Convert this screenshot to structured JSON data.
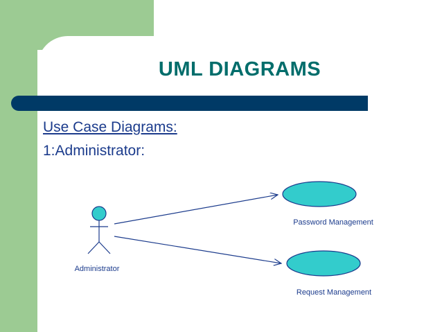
{
  "slide": {
    "title": "UML DIAGRAMS",
    "bullets": [
      "Use Case Diagrams:",
      "1:Administrator:"
    ]
  },
  "diagram": {
    "actor": {
      "label": "Administrator"
    },
    "use_cases": [
      {
        "label": "Password Management"
      },
      {
        "label": "Request Management"
      }
    ]
  },
  "colors": {
    "accent_green": "#9ccb93",
    "title_teal": "#006d6b",
    "bar_navy": "#003a66",
    "text_blue": "#1b3b8c",
    "use_case_fill": "#33cccc"
  }
}
